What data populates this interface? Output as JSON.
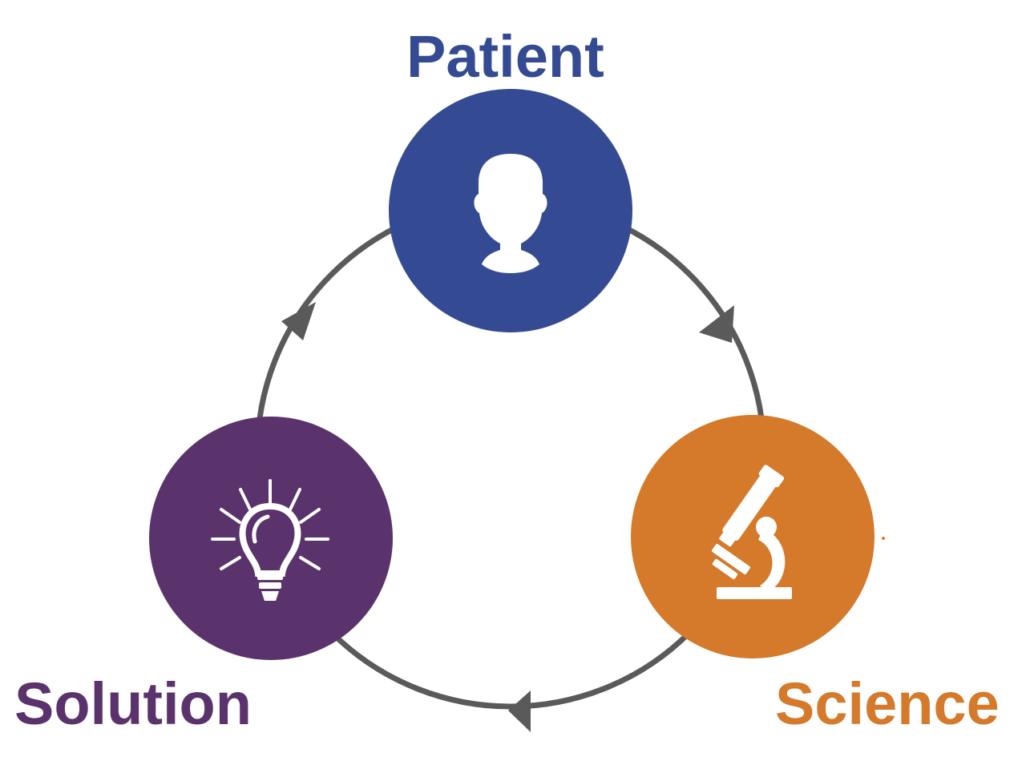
{
  "nodes": [
    {
      "id": "patient",
      "label": "Patient",
      "color": "#344b93",
      "icon": "person-head-icon"
    },
    {
      "id": "science",
      "label": "Science",
      "color": "#d57a2a",
      "icon": "microscope-icon"
    },
    {
      "id": "solution",
      "label": "Solution",
      "color": "#5b336c",
      "icon": "light-bulb-icon"
    }
  ],
  "cycle": {
    "direction": "clockwise",
    "sequence": [
      "patient",
      "science",
      "solution"
    ],
    "arrow_color": "#5a5a5a"
  }
}
